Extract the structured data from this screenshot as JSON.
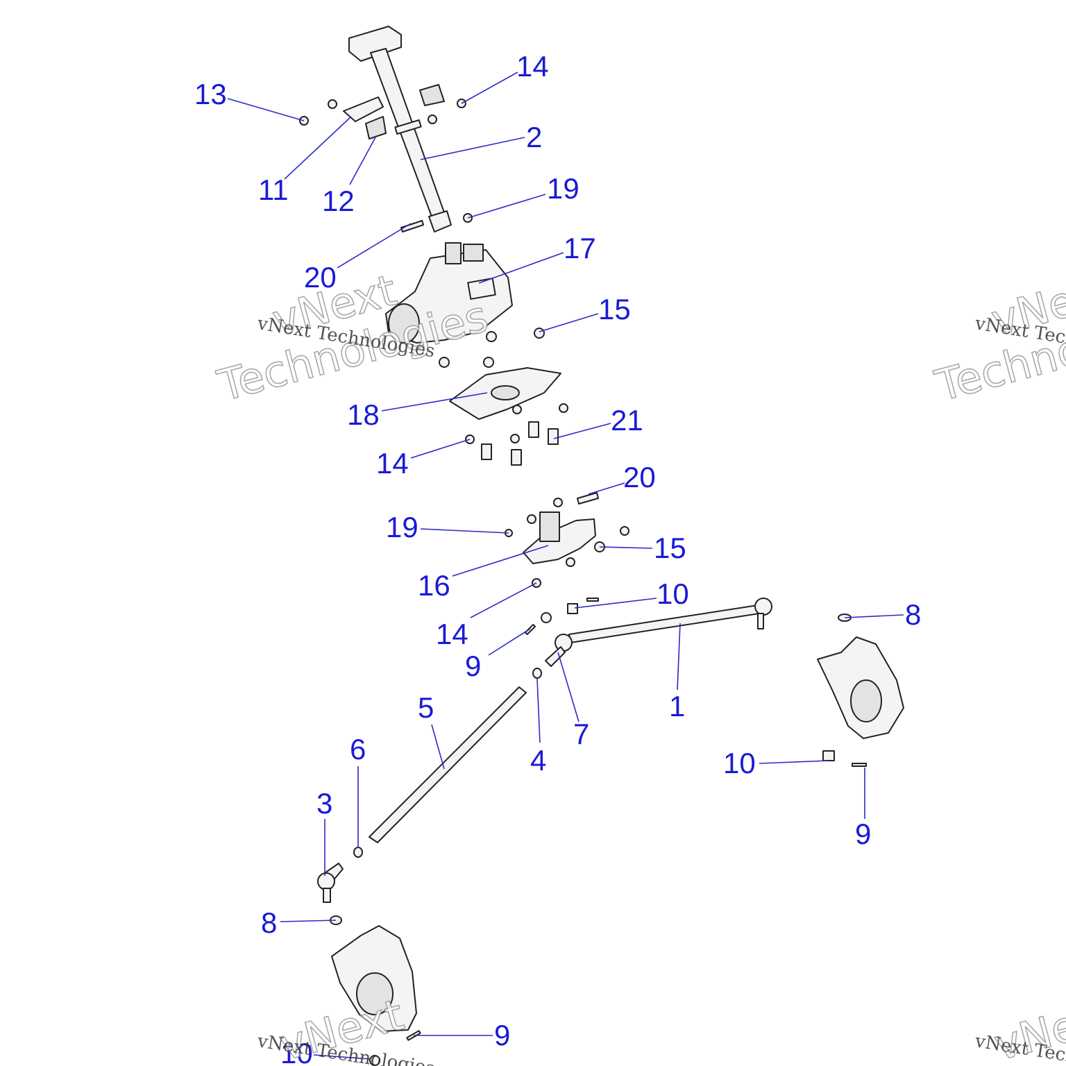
{
  "callouts": [
    {
      "id": "c1",
      "label": "1"
    },
    {
      "id": "c2",
      "label": "2"
    },
    {
      "id": "c3",
      "label": "3"
    },
    {
      "id": "c4",
      "label": "4"
    },
    {
      "id": "c5",
      "label": "5"
    },
    {
      "id": "c6",
      "label": "6"
    },
    {
      "id": "c7",
      "label": "7"
    },
    {
      "id": "c8a",
      "label": "8"
    },
    {
      "id": "c8b",
      "label": "8"
    },
    {
      "id": "c9a",
      "label": "9"
    },
    {
      "id": "c9b",
      "label": "9"
    },
    {
      "id": "c9c",
      "label": "9"
    },
    {
      "id": "c10a",
      "label": "10"
    },
    {
      "id": "c10b",
      "label": "10"
    },
    {
      "id": "c10c",
      "label": "10"
    },
    {
      "id": "c11",
      "label": "11"
    },
    {
      "id": "c12",
      "label": "12"
    },
    {
      "id": "c13",
      "label": "13"
    },
    {
      "id": "c14a",
      "label": "14"
    },
    {
      "id": "c14b",
      "label": "14"
    },
    {
      "id": "c14c",
      "label": "14"
    },
    {
      "id": "c15a",
      "label": "15"
    },
    {
      "id": "c15b",
      "label": "15"
    },
    {
      "id": "c16",
      "label": "16"
    },
    {
      "id": "c17",
      "label": "17"
    },
    {
      "id": "c18",
      "label": "18"
    },
    {
      "id": "c19a",
      "label": "19"
    },
    {
      "id": "c19b",
      "label": "19"
    },
    {
      "id": "c20a",
      "label": "20"
    },
    {
      "id": "c20b",
      "label": "20"
    },
    {
      "id": "c21",
      "label": "21"
    }
  ],
  "watermark": {
    "brand_word": "vNext",
    "brand_word2": "Technologies",
    "brand_full": "vNext Technologies"
  },
  "colors": {
    "callout": "#1a1ad6",
    "leader": "#2a2ac8",
    "line_art": "#222222"
  }
}
